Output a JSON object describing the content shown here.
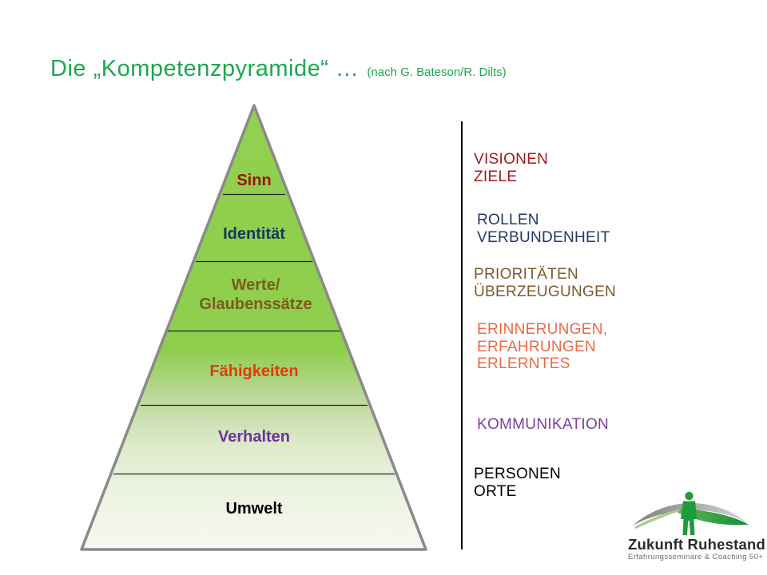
{
  "title": {
    "main": "Die „Kompetenzpyramide“ …",
    "attribution": "(nach G. Bateson/R. Dilts)",
    "color": "#1EA750"
  },
  "pyramid": {
    "outline_color": "#8A8A8A",
    "fill_top": "#92D050",
    "fill_bottom": "#F5F8F0",
    "levels": [
      {
        "lines": [
          "Sinn"
        ],
        "color": "#9A1505"
      },
      {
        "lines": [
          "Identität"
        ],
        "color": "#17375E"
      },
      {
        "lines": [
          "Werte/",
          "Glaubenssätze"
        ],
        "color": "#7D5B1D"
      },
      {
        "lines": [
          "Fähigkeiten"
        ],
        "color": "#E5390E"
      },
      {
        "lines": [
          "Verhalten"
        ],
        "color": "#7030A0"
      },
      {
        "lines": [
          "Umwelt"
        ],
        "color": "#000000"
      }
    ]
  },
  "annotations": [
    {
      "lines": [
        "VISIONEN",
        "ZIELE"
      ],
      "color": "#A21A1C"
    },
    {
      "lines": [
        "ROLLEN",
        "VERBUNDENHEIT"
      ],
      "color": "#1F3B66"
    },
    {
      "lines": [
        "PRIORITÄTEN",
        "ÜBERZEUGUNGEN"
      ],
      "color": "#7C5B2A"
    },
    {
      "lines": [
        "ERINNERUNGEN,",
        "ERFAHRUNGEN",
        "ERLERNTES"
      ],
      "color": "#EC6844"
    },
    {
      "lines": [
        "KOMMUNIKATION"
      ],
      "color": "#7D3FA0"
    },
    {
      "lines": [
        "PERSONEN",
        "ORTE"
      ],
      "color": "#000000"
    }
  ],
  "logo": {
    "name": "Zukunft Ruhestand",
    "tagline": "Erfahrungsseminare & Coaching 50+",
    "figure_color": "#1E9C3C"
  }
}
